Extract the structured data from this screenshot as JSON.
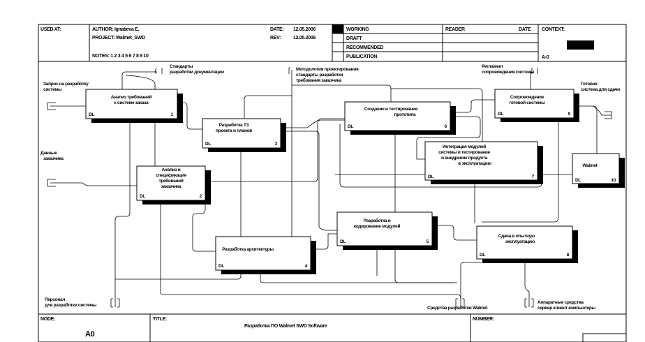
{
  "header": {
    "used_at": "USED AT:",
    "author": "AUTHOR:  Ignatieva E.",
    "project": "PROJECT:  Walmet_SWD",
    "notes": "NOTES:  1  2  3  4  5  6  7  8  9  10",
    "date_label": "DATE:",
    "date_value": "12.05.2006",
    "rev_label": "REV:",
    "rev_value": "12.05.2006",
    "status": [
      "WORKING",
      "DRAFT",
      "RECOMMENDED",
      "PUBLICATION"
    ],
    "reader": "READER",
    "reader_date": "DATE",
    "context": "CONTEXT:",
    "context_node": "A-0"
  },
  "footer": {
    "node_label": "NODE:",
    "node_value": "A0",
    "title_label": "TITLE:",
    "title_value": "Разработка ПО Walmet SWD Software",
    "number_label": "NUMBER:"
  },
  "boxes": [
    {
      "num": "1",
      "lines": [
        "Анализ требований",
        "к системе заказа"
      ],
      "dl": "DL"
    },
    {
      "num": "2",
      "lines": [
        "Анализ и",
        "спецификация",
        "требований",
        "заказчика"
      ],
      "dl": "DL"
    },
    {
      "num": "3",
      "lines": [
        "Разработка ТЗ",
        "проекта и планов"
      ],
      "dl": "DL"
    },
    {
      "num": "4",
      "lines": [
        "Разработка архитектуры"
      ],
      "dl": "DL"
    },
    {
      "num": "5",
      "lines": [
        "Разработка и",
        "кодирование модулей"
      ],
      "dl": "DL"
    },
    {
      "num": "6",
      "lines": [
        "Создание и тестирование",
        "прототипа"
      ],
      "dl": "DL"
    },
    {
      "num": "7",
      "lines": [
        "Интеграция модулей",
        "системы и тестирование",
        "и внедрение продукта",
        "в эксплуатацию"
      ],
      "dl": "DL"
    },
    {
      "num": "8",
      "lines": [
        "Сдача в опытную",
        "эксплуатацию"
      ],
      "dl": "DL"
    },
    {
      "num": "9",
      "lines": [
        "Сопровождение",
        "готовой системы"
      ],
      "dl": "DL"
    },
    {
      "num": "10",
      "lines": [
        "Walmet"
      ],
      "dl": "DL"
    }
  ],
  "arrows": {
    "input_order": [
      "Запрос на разработку",
      "системы"
    ],
    "input_customer": [
      "Данные",
      "заказчика"
    ],
    "control_standards": [
      "Стандарты",
      "разработки документации"
    ],
    "control_methods": [
      "Методология проектирования",
      "стандарты разработки",
      "требования заказчика"
    ],
    "control_support": [
      "Регламент",
      "сопровождения системы"
    ],
    "output_system": [
      "Готовая",
      "система для сдачи"
    ],
    "mech_team": [
      "Персонал",
      "для разработки системы"
    ],
    "mech_tools": [
      "Средства разработки Walmet"
    ],
    "mech_hw": [
      "Аппаратные средства",
      "сервер клиент компьютеры"
    ]
  }
}
